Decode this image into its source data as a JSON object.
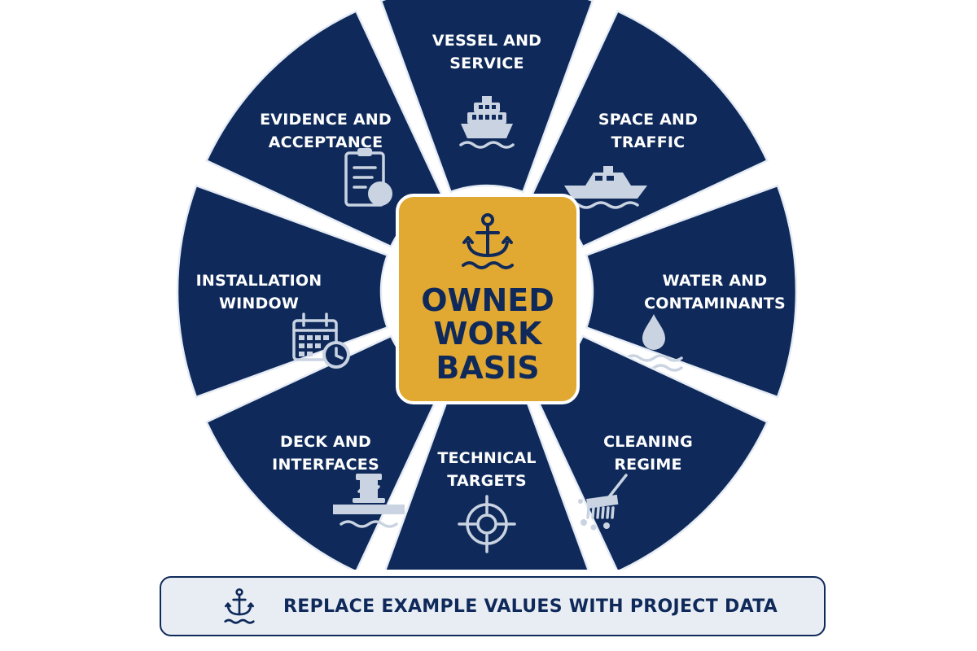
{
  "center": {
    "lines": [
      "OWNED",
      "WORK",
      "BASIS"
    ],
    "icon": "anchor-icon"
  },
  "segments": [
    {
      "id": "vessel-and-service",
      "lines": [
        "VESSEL AND",
        "SERVICE"
      ],
      "icon": "ship-icon"
    },
    {
      "id": "space-and-traffic",
      "lines": [
        "SPACE AND",
        "TRAFFIC"
      ],
      "icon": "boat-icon"
    },
    {
      "id": "water-and-contaminants",
      "lines": [
        "WATER AND",
        "CONTAMINANTS"
      ],
      "icon": "water-drop-icon"
    },
    {
      "id": "cleaning-regime",
      "lines": [
        "CLEANING",
        "REGIME"
      ],
      "icon": "scrub-brush-icon"
    },
    {
      "id": "technical-targets",
      "lines": [
        "TECHNICAL",
        "TARGETS"
      ],
      "icon": "target-icon"
    },
    {
      "id": "deck-and-interfaces",
      "lines": [
        "DECK AND",
        "INTERFACES"
      ],
      "icon": "bollard-icon"
    },
    {
      "id": "installation-window",
      "lines": [
        "INSTALLATION",
        "WINDOW"
      ],
      "icon": "calendar-clock-icon"
    },
    {
      "id": "evidence-and-acceptance",
      "lines": [
        "EVIDENCE AND",
        "ACCEPTANCE"
      ],
      "icon": "clipboard-check-icon"
    }
  ],
  "banner": {
    "text": "REPLACE EXAMPLE VALUES WITH PROJECT DATA",
    "icon": "anchor-icon"
  },
  "colors": {
    "segment": "#0f2a5a",
    "center": "#e1a832",
    "icon": "#c9d3e2",
    "banner_bg": "#e8edf4"
  }
}
